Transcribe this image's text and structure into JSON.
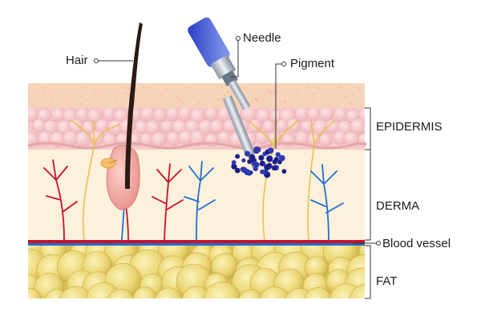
{
  "labels": {
    "hair": "Hair",
    "needle": "Needle",
    "pigment": "Pigment",
    "epidermis": "EPIDERMIS",
    "derma": "DERMA",
    "blood_vessel": "Blood vessel",
    "fat": "FAT"
  },
  "colors": {
    "stratum_corneum": "#f6d2b8",
    "epidermis": "#f7c9cc",
    "derma": "#fdf1dc",
    "fat": "#e9d36d",
    "artery": "#c8102e",
    "vein": "#1f6fd1",
    "nerve": "#e6c24a",
    "pigment": "#1b1f8a",
    "hair": "#2a1a12",
    "follicle": "#f4a6a1"
  }
}
